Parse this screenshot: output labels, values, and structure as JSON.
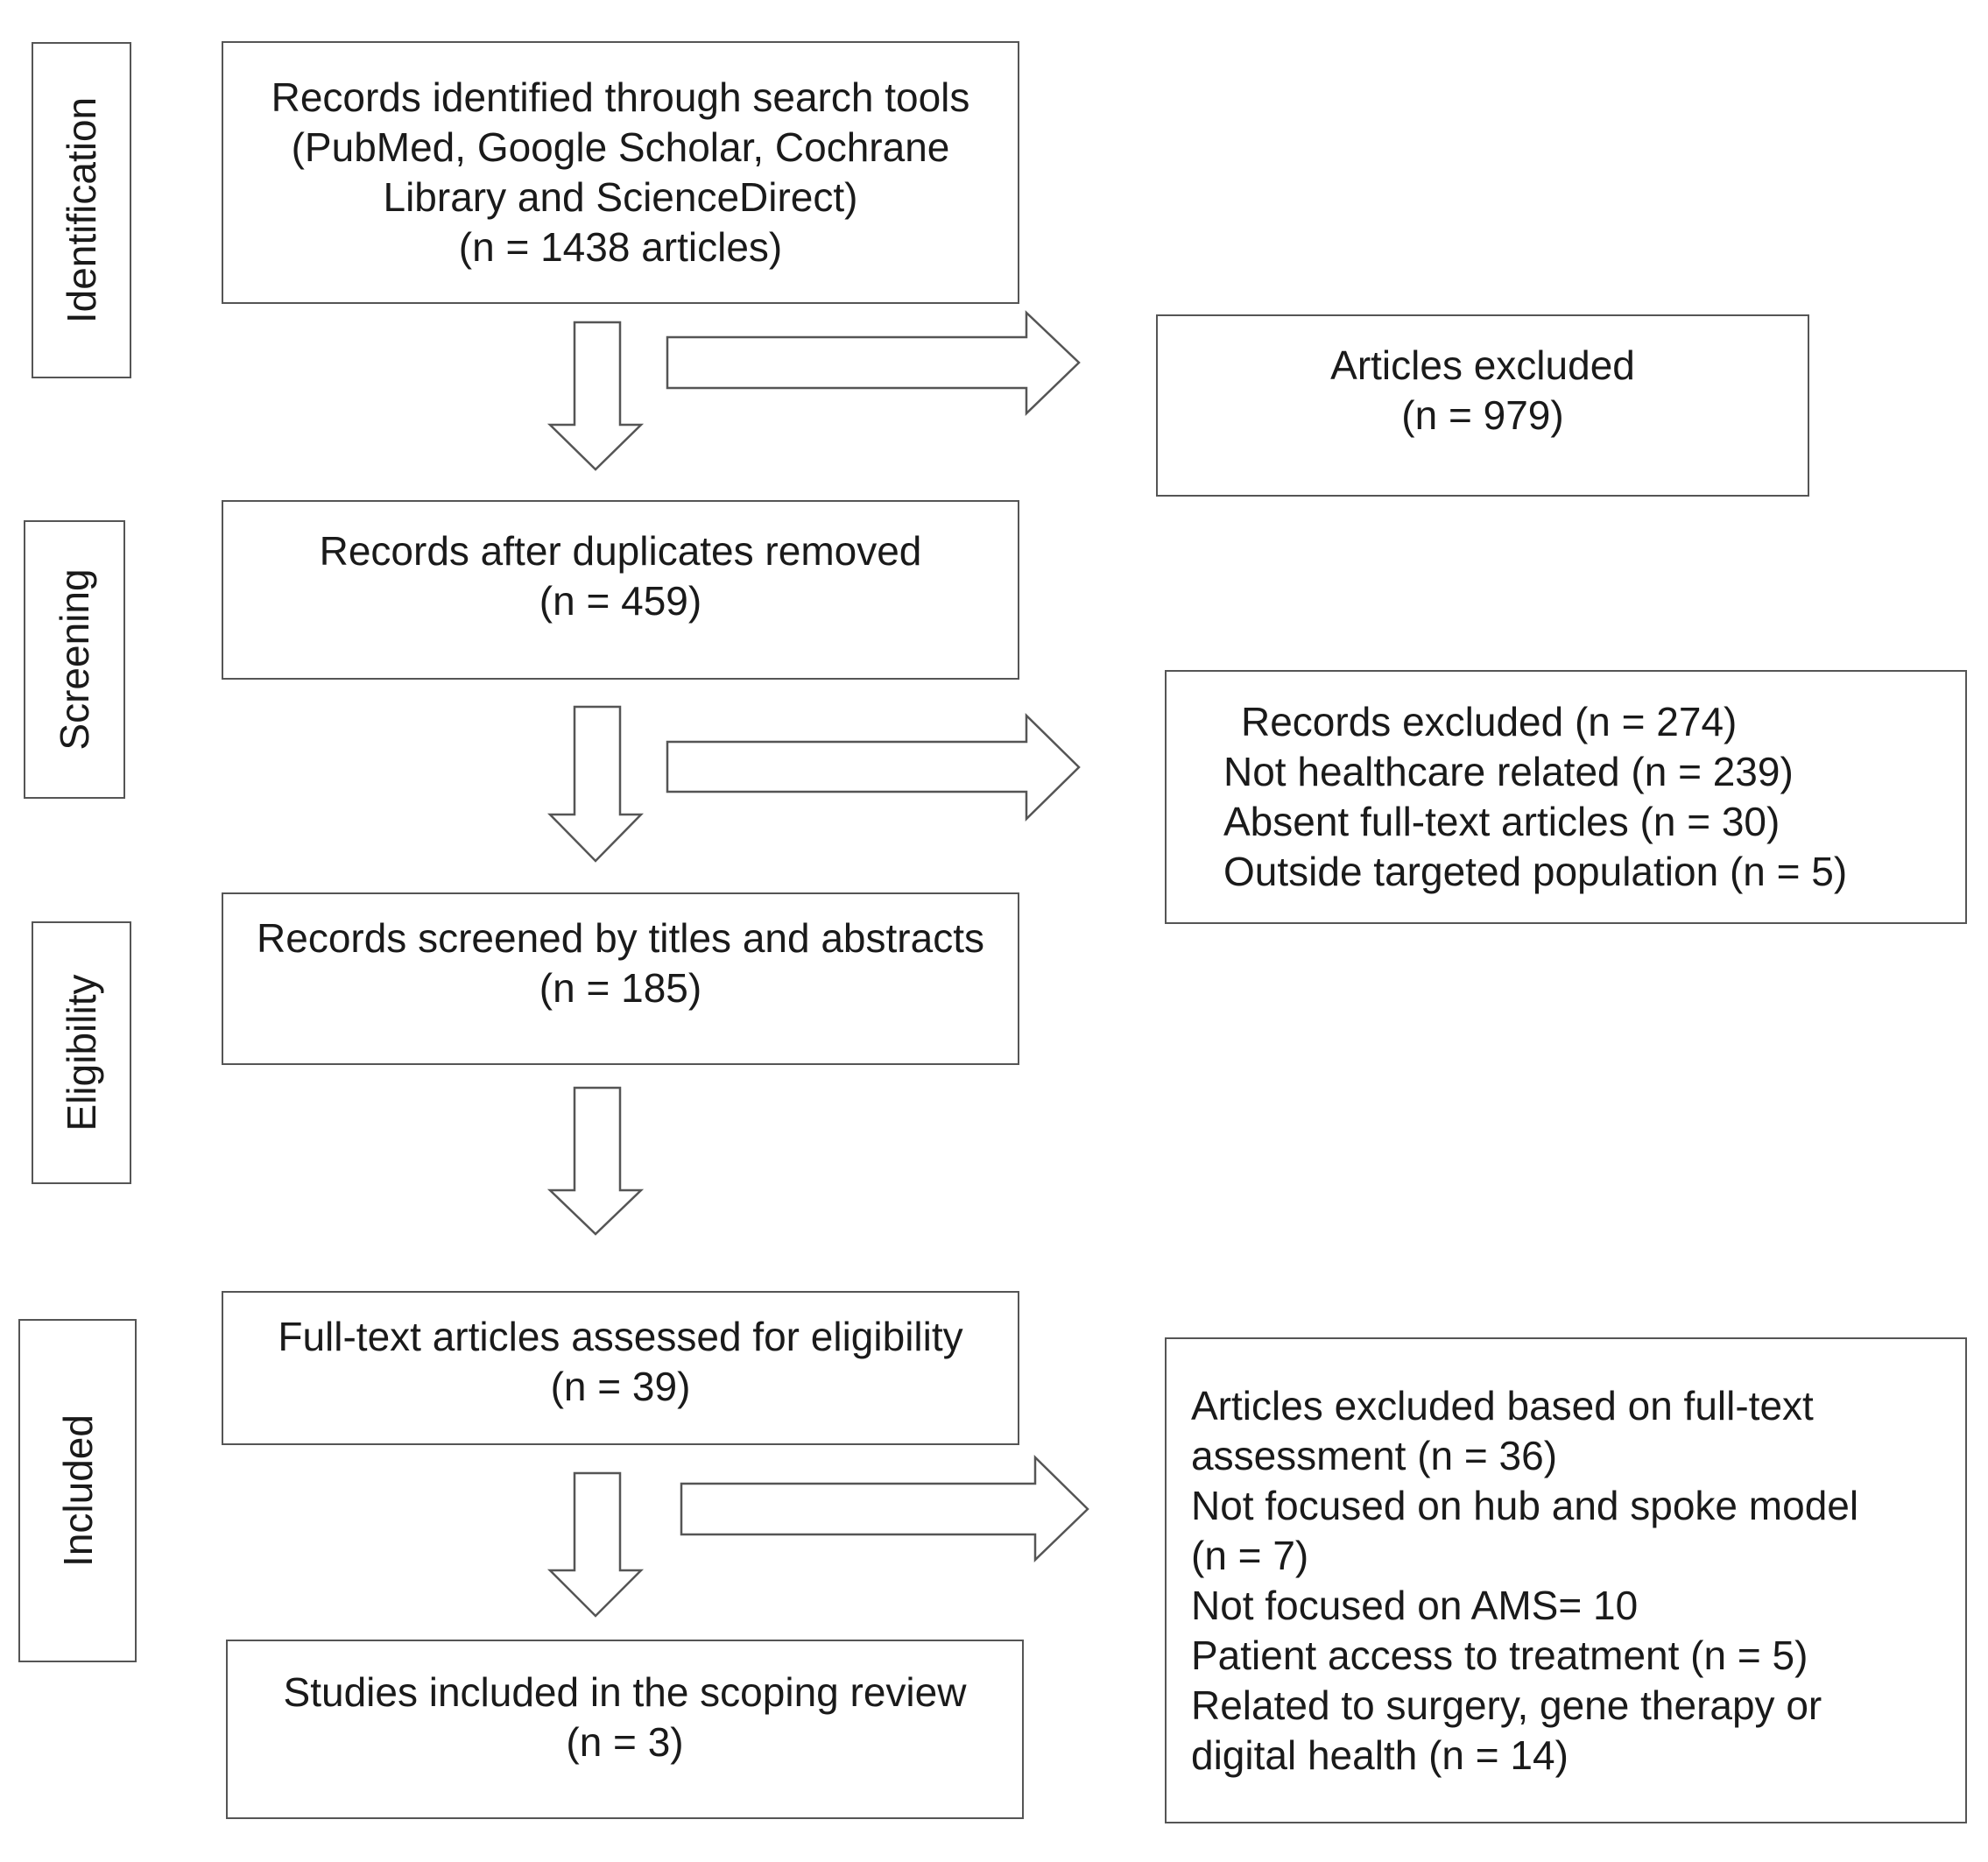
{
  "stages": {
    "identification": "Identification",
    "screening": "Screening",
    "eligibility": "Eligibility",
    "included": "Included"
  },
  "main": {
    "identified": [
      "Records identified through search tools",
      "(PubMed, Google Scholar, Cochrane",
      "Library and ScienceDirect)",
      "(n = 1438 articles)"
    ],
    "deduplicated": [
      "Records after duplicates removed",
      "(n = 459)"
    ],
    "screened": [
      "Records screened by titles and abstracts",
      "(n = 185)"
    ],
    "fulltext": [
      "Full-text articles assessed for eligibility",
      "(n = 39)"
    ],
    "included": [
      "Studies included in the scoping review",
      "(n = 3)"
    ]
  },
  "excluded": {
    "articles": [
      "Articles excluded",
      "(n = 979)"
    ],
    "records": [
      "Records excluded (n = 274)",
      "Not healthcare related (n = 239)",
      "Absent full-text articles (n = 30)",
      "Outside targeted population (n = 5)"
    ],
    "fulltext": [
      "Articles excluded based on full-text",
      "assessment (n = 36)",
      "Not focused on hub and spoke model",
      "(n = 7)",
      "Not focused on AMS= 10",
      "Patient access to treatment (n = 5)",
      "Related to surgery, gene therapy or",
      "digital health (n = 14)"
    ]
  }
}
